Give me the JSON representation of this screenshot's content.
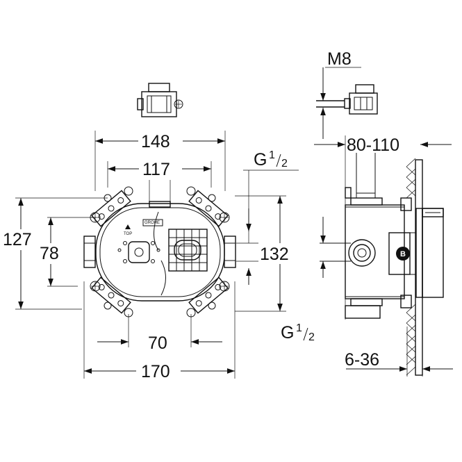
{
  "front_view": {
    "dims": {
      "width_148": "148",
      "width_117": "117",
      "height_127": "127",
      "height_78": "78",
      "height_132": "132",
      "width_70": "70",
      "width_170": "170",
      "thread_top": "G",
      "thread_frac_num": "1",
      "thread_frac_den": "2"
    },
    "labels": {
      "top_arrow": "TOP",
      "brand": "GROHE"
    }
  },
  "side_view": {
    "dims": {
      "bolt": "M8",
      "depth_range": "80-110",
      "wall_range": "6-36",
      "thread_bottom": "G",
      "thread_frac_num": "1",
      "thread_frac_den": "2"
    },
    "labels": {
      "marker": "B"
    }
  }
}
